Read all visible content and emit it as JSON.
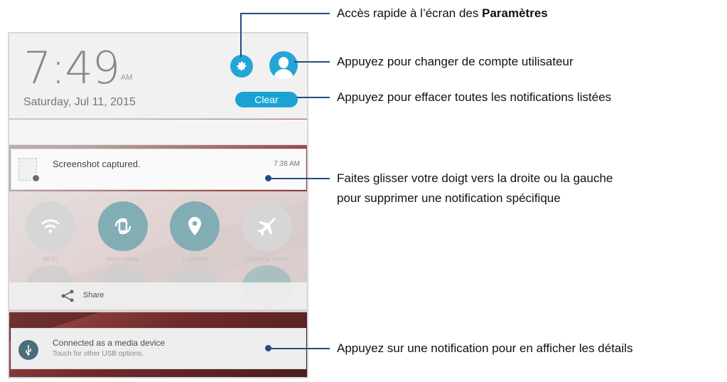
{
  "phone": {
    "time": "7:49",
    "ampm": "AM",
    "date": "Saturday, Jul 11, 2015",
    "clear_label": "Clear",
    "notification_screenshot": {
      "title": "Screenshot captured.",
      "time": "7:38 AM"
    },
    "quick_settings": [
      {
        "label": "Wi-Fi",
        "state": "off",
        "icon": "wifi-icon"
      },
      {
        "label": "Auto-rotate",
        "state": "on",
        "icon": "rotate-icon"
      },
      {
        "label": "Location",
        "state": "on",
        "icon": "location-pin-icon"
      },
      {
        "label": "Airplane mode",
        "state": "off",
        "icon": "airplane-icon"
      }
    ],
    "share_label": "Share",
    "notification_usb": {
      "title": "Connected as a media device",
      "subtitle": "Touch for other USB options."
    }
  },
  "callouts": {
    "settings_prefix": "Accès rapide à l’écran des ",
    "settings_bold": "Paramètres",
    "user": "Appuyez pour changer de compte utilisateur",
    "clear": "Appuyez pour effacer toutes les notifications listées",
    "swipe_line1": "Faites glisser votre doigt vers la droite ou la gauche",
    "swipe_line2": "pour supprimer une notification spécifique",
    "tap": "Appuyez sur une notification pour en afficher les détails"
  },
  "colors": {
    "accent": "#23a6d6",
    "callout_line": "#1f4f7f",
    "tile_on": "#83adb5"
  }
}
